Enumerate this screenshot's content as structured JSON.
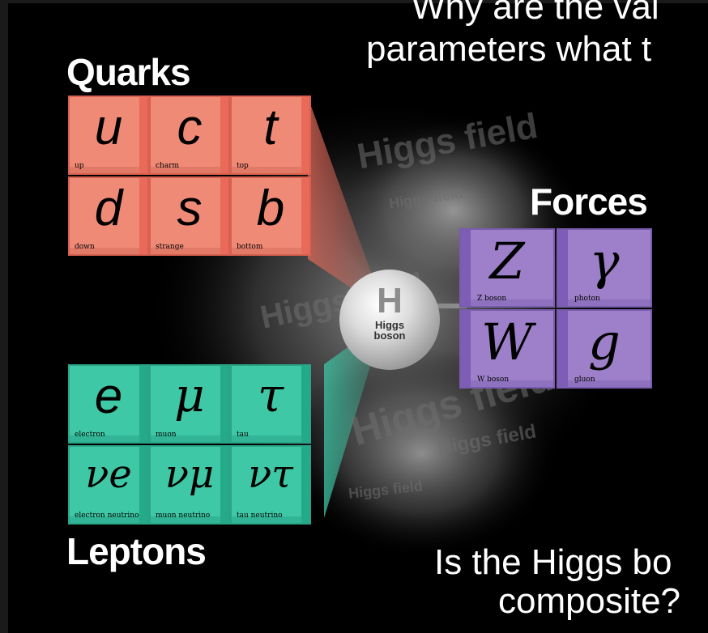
{
  "top_question": {
    "line1": "Why are the val",
    "line2": "parameters what t"
  },
  "bottom_question": {
    "line1": "Is the Higgs bo",
    "line2": "composite?"
  },
  "groups": {
    "quarks": "Quarks",
    "leptons": "Leptons",
    "forces": "Forces"
  },
  "higgs": {
    "symbol": "H",
    "name_line1": "Higgs",
    "name_line2": "boson"
  },
  "field_text": "Higgs field",
  "quarks": [
    {
      "symbol": "u",
      "name": "up"
    },
    {
      "symbol": "c",
      "name": "charm"
    },
    {
      "symbol": "t",
      "name": "top"
    },
    {
      "symbol": "d",
      "name": "down"
    },
    {
      "symbol": "s",
      "name": "strange"
    },
    {
      "symbol": "b",
      "name": "bottom"
    }
  ],
  "leptons": [
    {
      "symbol": "e",
      "name": "electron"
    },
    {
      "symbol": "μ",
      "name": "muon"
    },
    {
      "symbol": "τ",
      "name": "tau"
    },
    {
      "symbol": "νe",
      "name": "electron neutrino"
    },
    {
      "symbol": "νμ",
      "name": "muon neutrino"
    },
    {
      "symbol": "ντ",
      "name": "tau neutrino"
    }
  ],
  "forces": [
    {
      "symbol": "Z",
      "name": "Z boson"
    },
    {
      "symbol": "γ",
      "name": "photon"
    },
    {
      "symbol": "W",
      "name": "W boson"
    },
    {
      "symbol": "g",
      "name": "gluon"
    }
  ],
  "colors": {
    "quark": "#ef8a77",
    "lepton": "#3ec8a6",
    "force": "#9d80c9",
    "background": "#000000"
  }
}
